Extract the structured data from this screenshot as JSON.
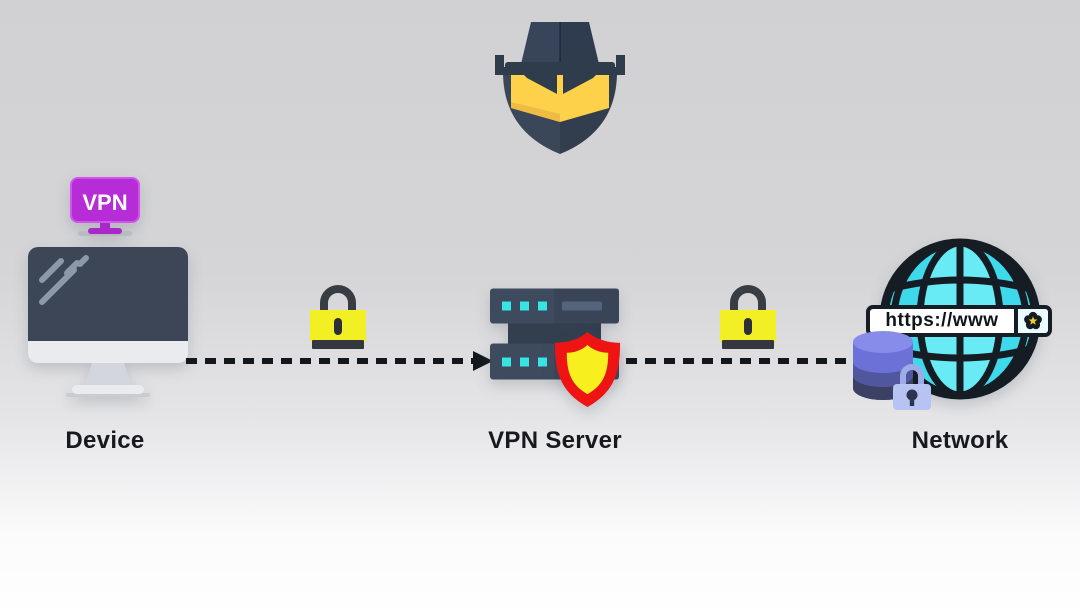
{
  "diagram": {
    "device": {
      "label": "Device",
      "badge": "VPN"
    },
    "vpn_server": {
      "label": "VPN Server"
    },
    "network": {
      "label": "Network",
      "address": "https://www"
    },
    "icons": {
      "spy": "spy-hat-icon",
      "device_monitor": "desktop-monitor-icon",
      "vpn_badge": "vpn-monitor-icon",
      "padlock_left": "padlock-icon",
      "padlock_right": "padlock-icon",
      "server": "server-rack-icon",
      "shield": "security-shield-icon",
      "globe": "internet-globe-icon",
      "secure_site": "secure-site-flower-star-icon",
      "database": "database-icon",
      "database_lock": "small-padlock-icon"
    },
    "colors": {
      "background_top": "#d1d1d3",
      "background_bottom": "#fefefe",
      "vpn_magenta": "#b62cd7",
      "lock_yellow": "#f2ef25",
      "shield_red": "#ee1414",
      "shield_inner_yellow": "#f7ef1e",
      "globe_cyan": "#3fd9ec",
      "server_slate": "#3e4a5e",
      "led_cyan": "#38e4e4",
      "database_purple": "#6b71d6",
      "line_black": "#14181d",
      "label_color": "#17191c"
    }
  }
}
